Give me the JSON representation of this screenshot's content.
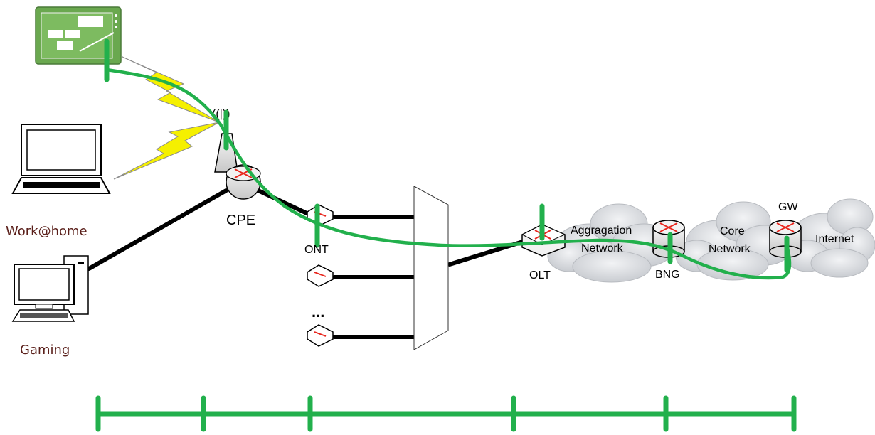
{
  "colors": {
    "path_green": "#22b04c",
    "link_black": "#000000",
    "tablet_green": "#6aa84f",
    "bolt_yellow": "#f5f000",
    "cloud_gray": "#d4d6da",
    "router_gray": "#d9d9d9",
    "arrow_red": "#e8261d",
    "label_brown": "#5a1f1a"
  },
  "labels": {
    "cpe": "CPE",
    "ont": "ONT",
    "ellipsis": "...",
    "olt": "OLT",
    "aggregation_line1": "Aggragation",
    "aggregation_line2": "Network",
    "bng": "BNG",
    "core_line1": "Core",
    "core_line2": "Network",
    "gw": "GW",
    "internet": "Internet",
    "work_at_home": "Work@home",
    "gaming": "Gaming",
    "wifi_signal": "((|))"
  },
  "icons": {
    "tablet": "tablet-icon",
    "laptop": "laptop-icon",
    "desktop": "desktop-computer-icon",
    "cpe_router": "wireless-router-icon",
    "ont": "ont-device-icon",
    "olt": "olt-switch-icon",
    "bng": "router-icon",
    "gw": "gateway-router-icon",
    "splitter": "optical-splitter-icon",
    "cloud": "cloud-icon",
    "wireless": "lightning-bolt-icon"
  }
}
